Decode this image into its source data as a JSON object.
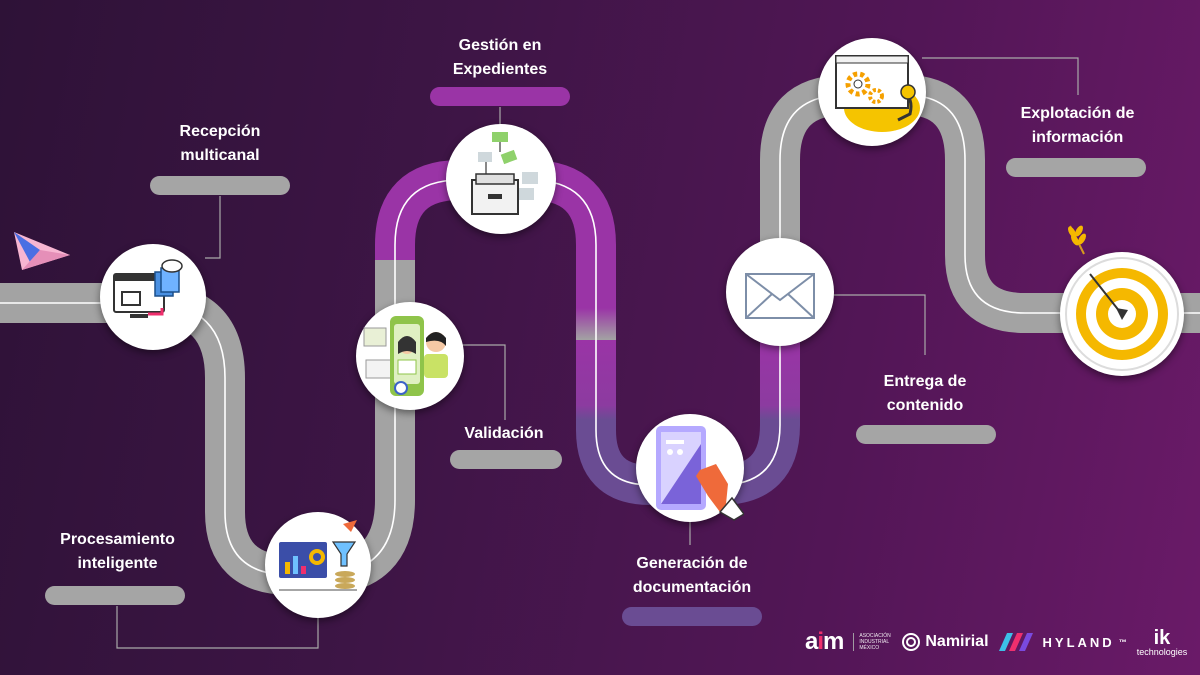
{
  "steps": [
    {
      "id": "recepcion",
      "label": "Recepción\nmulticanal",
      "icon": "inbox-cloud-monitor-icon"
    },
    {
      "id": "procesamiento",
      "label": "Procesamiento\ninteligente",
      "icon": "analytics-filter-icon"
    },
    {
      "id": "validacion",
      "label": "Validación",
      "icon": "face-id-phone-icon"
    },
    {
      "id": "gestion",
      "label": "Gestión en\nExpedientes",
      "icon": "file-cabinet-tree-icon"
    },
    {
      "id": "generacion",
      "label": "Generación de\ndocumentación",
      "icon": "tablet-touch-icon"
    },
    {
      "id": "entrega",
      "label": "Entrega de\ncontenido",
      "icon": "envelope-icon"
    },
    {
      "id": "explotacion",
      "label": "Explotación de\ninformación",
      "icon": "gear-browser-icon"
    }
  ],
  "goal": {
    "icon": "target-arrow-icon"
  },
  "start": {
    "icon": "paper-plane-icon"
  },
  "logos": {
    "aim": {
      "a": "a",
      "i": "i",
      "m": "m",
      "assoc": "Asociación Industrial México"
    },
    "namirial": "Namirial",
    "hyland": "HYLAND",
    "hyland_tm": "™",
    "ik_main": "ik",
    "ik_sub": "technologies"
  },
  "colors": {
    "road": "#a3a3a3",
    "road_highlight": "#9a34a6",
    "road_violet": "#6a4c93",
    "accent_yellow": "#f5b800",
    "accent_pink": "#ef2f6d",
    "lane_line": "#ffffff"
  }
}
